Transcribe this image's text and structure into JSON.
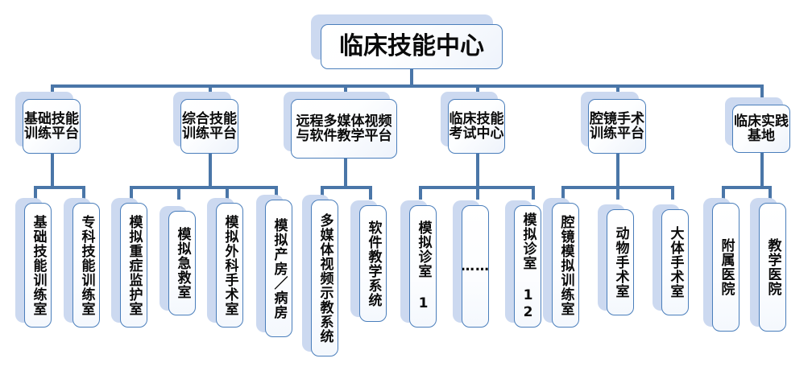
{
  "diagram": {
    "title": "临床技能中心",
    "type": "organization-tree",
    "accent_color": "#4a76a8",
    "border_color": "#4a7ebb",
    "shadow_color": "#ccd9f0",
    "root": {
      "label": "临床技能中心"
    },
    "branches": [
      {
        "label": "基础技能训练平台",
        "children": [
          {
            "label": "基础技能训练室"
          },
          {
            "label": "专科技能训练室"
          }
        ]
      },
      {
        "label": "综合技能训练平台",
        "children": [
          {
            "label": "模拟重症监护室"
          },
          {
            "label": "模拟急救室"
          },
          {
            "label": "模拟外科手术室"
          },
          {
            "label": "模拟产房／病房"
          }
        ]
      },
      {
        "label": "远程多媒体视频与软件教学平台",
        "children": [
          {
            "label": "多媒体视频示教系统"
          },
          {
            "label": "软件教学系统"
          }
        ]
      },
      {
        "label": "临床技能考试中心",
        "children": [
          {
            "label": "模拟诊室 1"
          },
          {
            "label": "……"
          },
          {
            "label": "模拟诊室 12"
          }
        ]
      },
      {
        "label": "腔镜手术训练平台",
        "children": [
          {
            "label": "腔镜模拟训练室"
          },
          {
            "label": "动物手术室"
          },
          {
            "label": "大体手术室"
          }
        ]
      },
      {
        "label": "临床实践基地",
        "children": [
          {
            "label": "附属医院"
          },
          {
            "label": "教学医院"
          }
        ]
      }
    ]
  }
}
